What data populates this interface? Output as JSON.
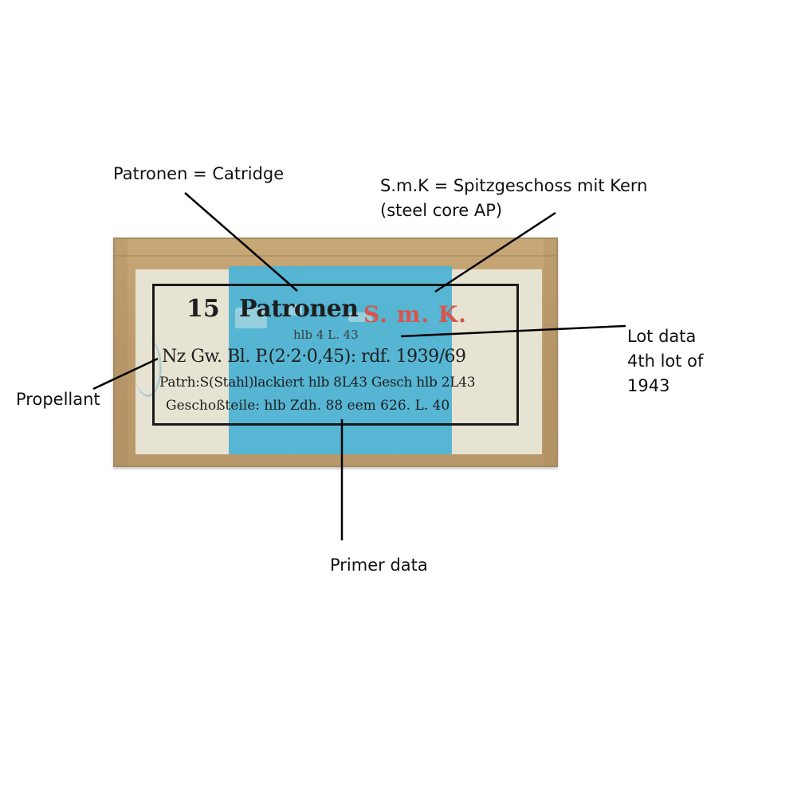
{
  "box_label": {
    "count": "15",
    "title": "Patronen",
    "type_code": "S. m. K.",
    "lot_line": "hlb  4   L. 43",
    "powder_line": "Nz Gw. Bl. P.(2·2·0,45): rdf. 1939/69",
    "case_line": "Patrh:S(Stahl)lackiert hlb 8L43 Gesch hlb 2L43",
    "parts_line": "Geschoßteile: hlb    Zdh. 88   eem  626. L. 40"
  },
  "annotations": {
    "patronen": "Patronen = Catridge",
    "smk_line1": "S.m.K = Spitzgeschoss mit Kern",
    "smk_line2": "(steel core AP)",
    "lot_line1": "Lot data",
    "lot_line2": "4th lot of",
    "lot_line3": "1943",
    "propellant": "Propellant",
    "primer": "Primer data"
  },
  "colors": {
    "cardboard": "#c4a473",
    "paper": "#e6e3d2",
    "stamp_blue": "#4eb3d4",
    "type_red": "#d9554a",
    "ink": "#1e1e1e"
  }
}
